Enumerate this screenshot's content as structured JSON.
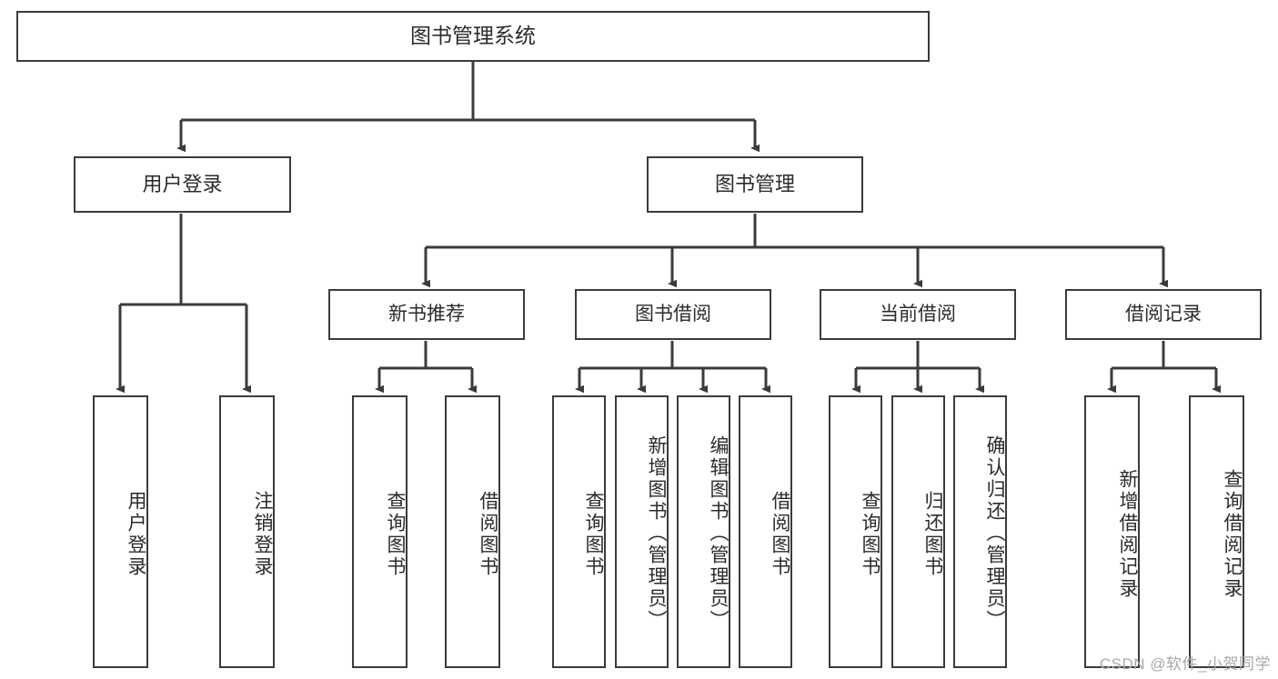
{
  "diagram": {
    "title": "图书管理系统",
    "type": "tree-hierarchy-chart",
    "background_color": "#ffffff",
    "stroke_color": "#3b3b3b",
    "text_color": "#2b2b2b"
  },
  "nodes": {
    "root": {
      "label": "图书管理系统"
    },
    "level2": [
      {
        "id": "user-login",
        "label": "用户登录"
      },
      {
        "id": "book-management",
        "label": "图书管理"
      }
    ],
    "level3": [
      {
        "id": "new-book-recommend",
        "label": "新书推荐"
      },
      {
        "id": "book-borrow",
        "label": "图书借阅"
      },
      {
        "id": "current-borrow",
        "label": "当前借阅"
      },
      {
        "id": "borrow-record",
        "label": "借阅记录"
      }
    ],
    "leaves": {
      "user_login": [
        {
          "id": "leaf-user-login",
          "label": "用户登录"
        },
        {
          "id": "leaf-logout-login",
          "label": "注销登录"
        }
      ],
      "new_book_recommend": [
        {
          "id": "leaf-query-book-1",
          "label": "查询图书"
        },
        {
          "id": "leaf-borrow-book-1",
          "label": "借阅图书"
        }
      ],
      "book_borrow": [
        {
          "id": "leaf-query-book-2",
          "label": "查询图书"
        },
        {
          "id": "leaf-add-book",
          "label": "新增图书（管理员）"
        },
        {
          "id": "leaf-edit-book",
          "label": "编辑图书（管理员）"
        },
        {
          "id": "leaf-borrow-book-2",
          "label": "借阅图书"
        }
      ],
      "current_borrow": [
        {
          "id": "leaf-query-book-3",
          "label": "查询图书"
        },
        {
          "id": "leaf-return-book",
          "label": "归还图书"
        },
        {
          "id": "leaf-confirm-return",
          "label": "确认归还（管理员）"
        }
      ],
      "borrow_record": [
        {
          "id": "leaf-add-record",
          "label": "新增借阅记录"
        },
        {
          "id": "leaf-query-record",
          "label": "查询借阅记录"
        }
      ]
    }
  },
  "watermark": {
    "text": "CSDN @软件_小贺同学"
  }
}
